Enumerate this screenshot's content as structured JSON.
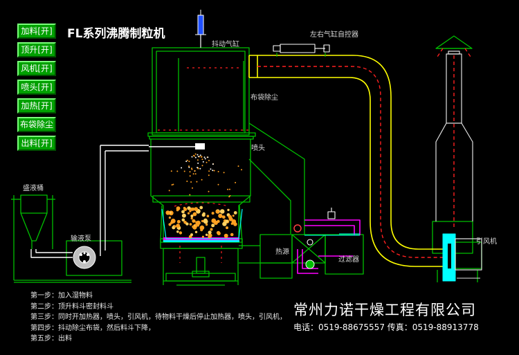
{
  "title": "FL系列沸腾制粒机",
  "controls": [
    {
      "label": "加料[开]"
    },
    {
      "label": "顶升[开]"
    },
    {
      "label": "风机[开]"
    },
    {
      "label": "喷头[开]"
    },
    {
      "label": "加热[开]"
    },
    {
      "label": "布袋除尘"
    },
    {
      "label": "出料[开]"
    }
  ],
  "labels": {
    "shake_cylinder": "抖动气缸",
    "lr_cylinder": "左右气缸自控器",
    "bag_dust": "布袋除尘",
    "nozzle": "喷头",
    "liquid_tank": "盛液桶",
    "pump": "输液泵",
    "heat_source": "热源",
    "filter": "过滤器",
    "fan": "引风机"
  },
  "steps": [
    "第一步：加入湿物料",
    "第二步：顶升料斗密封料斗",
    "第三步：同时开加热器，喷头，引风机，待物料干燥后停止加热器，喷头，引风机，",
    "第四步：抖动除尘布袋，然后料斗下降，",
    "第五步：出料"
  ],
  "company": "常州力诺干燥工程有限公司",
  "contact": "电话：0519-88675557  传真：0519-88913778",
  "colors": {
    "background": "#000000",
    "button_green": "#00a000",
    "outline_green": "#00c000",
    "duct_yellow": "#ffff00",
    "air_red": "#ff2020",
    "pipe_magenta": "#ff00ff",
    "liquid_white": "#ffffff",
    "fan_cyan": "#00ffff",
    "particles_orange": "#ffa020"
  }
}
